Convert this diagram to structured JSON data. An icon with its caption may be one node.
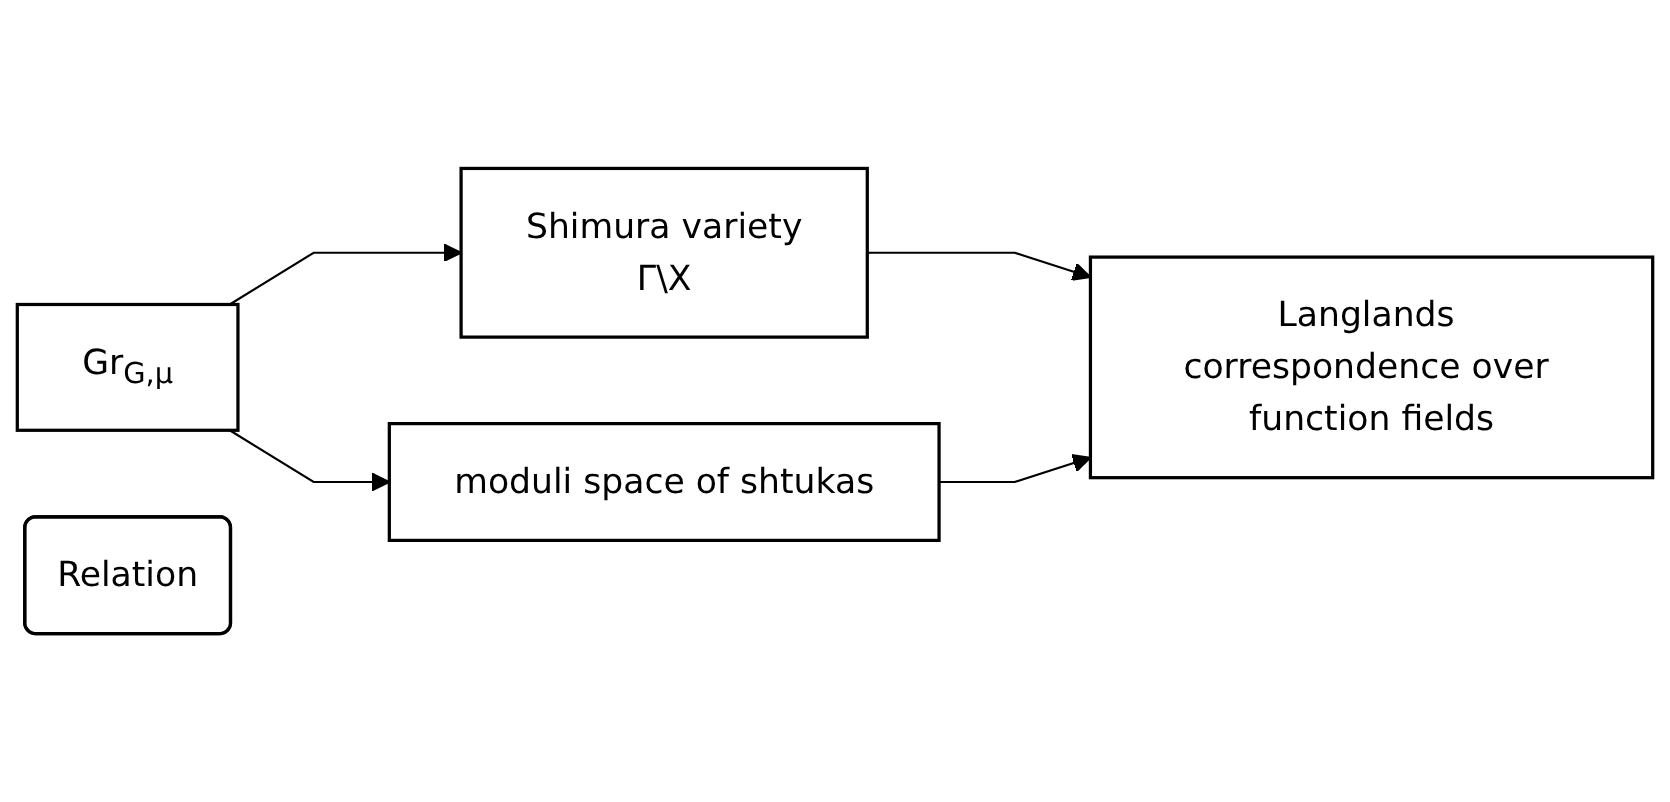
{
  "diagram": {
    "nodes": [
      {
        "text": [
          "Shimura variety",
          "Γ\\X"
        ]
      },
      {
        "text": [
          "Gr$_{G,μ}$"
        ]
      },
      {
        "text": [
          "Relation"
        ]
      },
      {
        "text": [
          "Langlands correspondence over function fields"
        ]
      },
      {
        "text": [
          "moduli space of shtukas"
        ]
      }
    ],
    "edges": [
      {
        "from": 1,
        "to": 0,
        "arrow": "to"
      },
      {
        "from": 1,
        "to": 4,
        "arrow": "to"
      },
      {
        "from": 0,
        "to": 3,
        "arrow": "to"
      },
      {
        "from": 4,
        "to": 3,
        "arrow": "to"
      }
    ]
  }
}
